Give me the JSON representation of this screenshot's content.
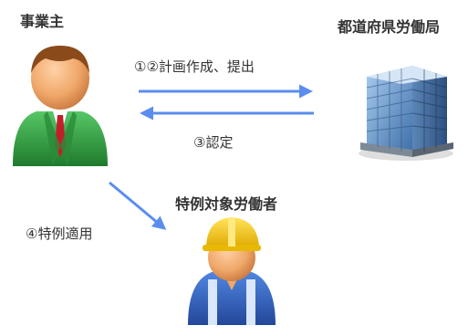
{
  "actors": {
    "employer": "事業主",
    "labor_bureau": "都道府県労働局",
    "special_worker": "特例対象労働者"
  },
  "flows": {
    "plan_submit": "①②計画作成、提出",
    "certification": "③認定",
    "special_application": "④特例適用"
  },
  "colors": {
    "arrow": "#5b8def",
    "employer_suit": "#2e9e3e",
    "employer_tie": "#c0202a",
    "worker_helmet": "#f5c400",
    "worker_vest": "#2f5fb8",
    "building_glass": "#6e9fd2"
  },
  "icons": [
    "businessman-icon",
    "office-building-icon",
    "construction-worker-icon"
  ]
}
